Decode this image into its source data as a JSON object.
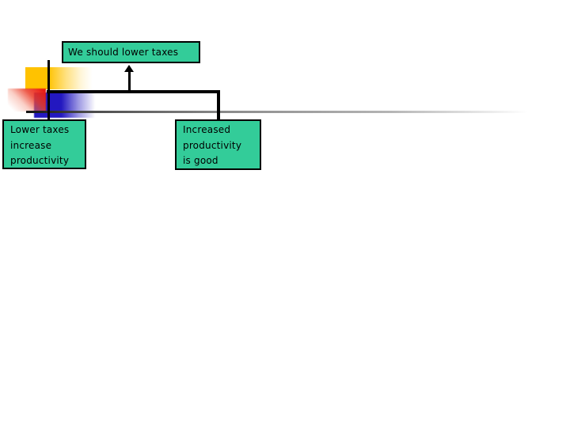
{
  "slide": {
    "type": "presentation-slide",
    "background_color": "#ffffff"
  },
  "argument_map": {
    "conclusion": {
      "text": "We should lower taxes"
    },
    "premises": [
      {
        "lines": [
          "Lower taxes",
          "increase",
          "productivity"
        ]
      },
      {
        "lines": [
          "Increased",
          "productivity",
          "is good"
        ]
      }
    ],
    "box_fill_color": "#33cc99",
    "box_border_color": "#000000",
    "connector_color": "#000000"
  },
  "decorations": {
    "gold_square_color": "#ffc200",
    "red_square_color": "#e8170f",
    "blue_square_color": "#2318c0",
    "accent_line_color": "#000000",
    "divider_line_color": "#8c8c8c"
  }
}
